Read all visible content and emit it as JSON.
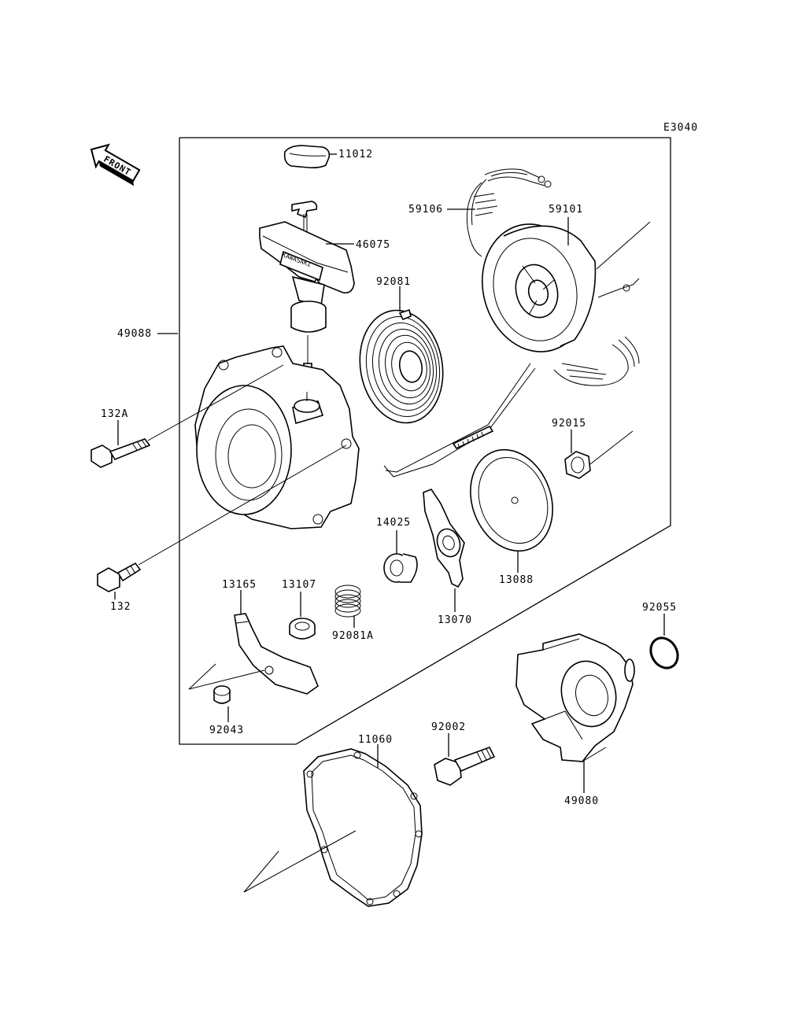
{
  "diagram_code": "E3040",
  "front_label": "FRONT",
  "brand_on_handle": "KAWASAKI",
  "labels": {
    "p11012": "11012",
    "p46075": "46075",
    "p59106": "59106",
    "p59101": "59101",
    "p92081": "92081",
    "p49088": "49088",
    "p132A": "132A",
    "p92015": "92015",
    "p14025": "14025",
    "p13088": "13088",
    "p132": "132",
    "p13165": "13165",
    "p13107": "13107",
    "p92081A": "92081A",
    "p13070": "13070",
    "p92055": "92055",
    "p92043": "92043",
    "p11060": "11060",
    "p92002": "92002",
    "p49080": "49080"
  }
}
